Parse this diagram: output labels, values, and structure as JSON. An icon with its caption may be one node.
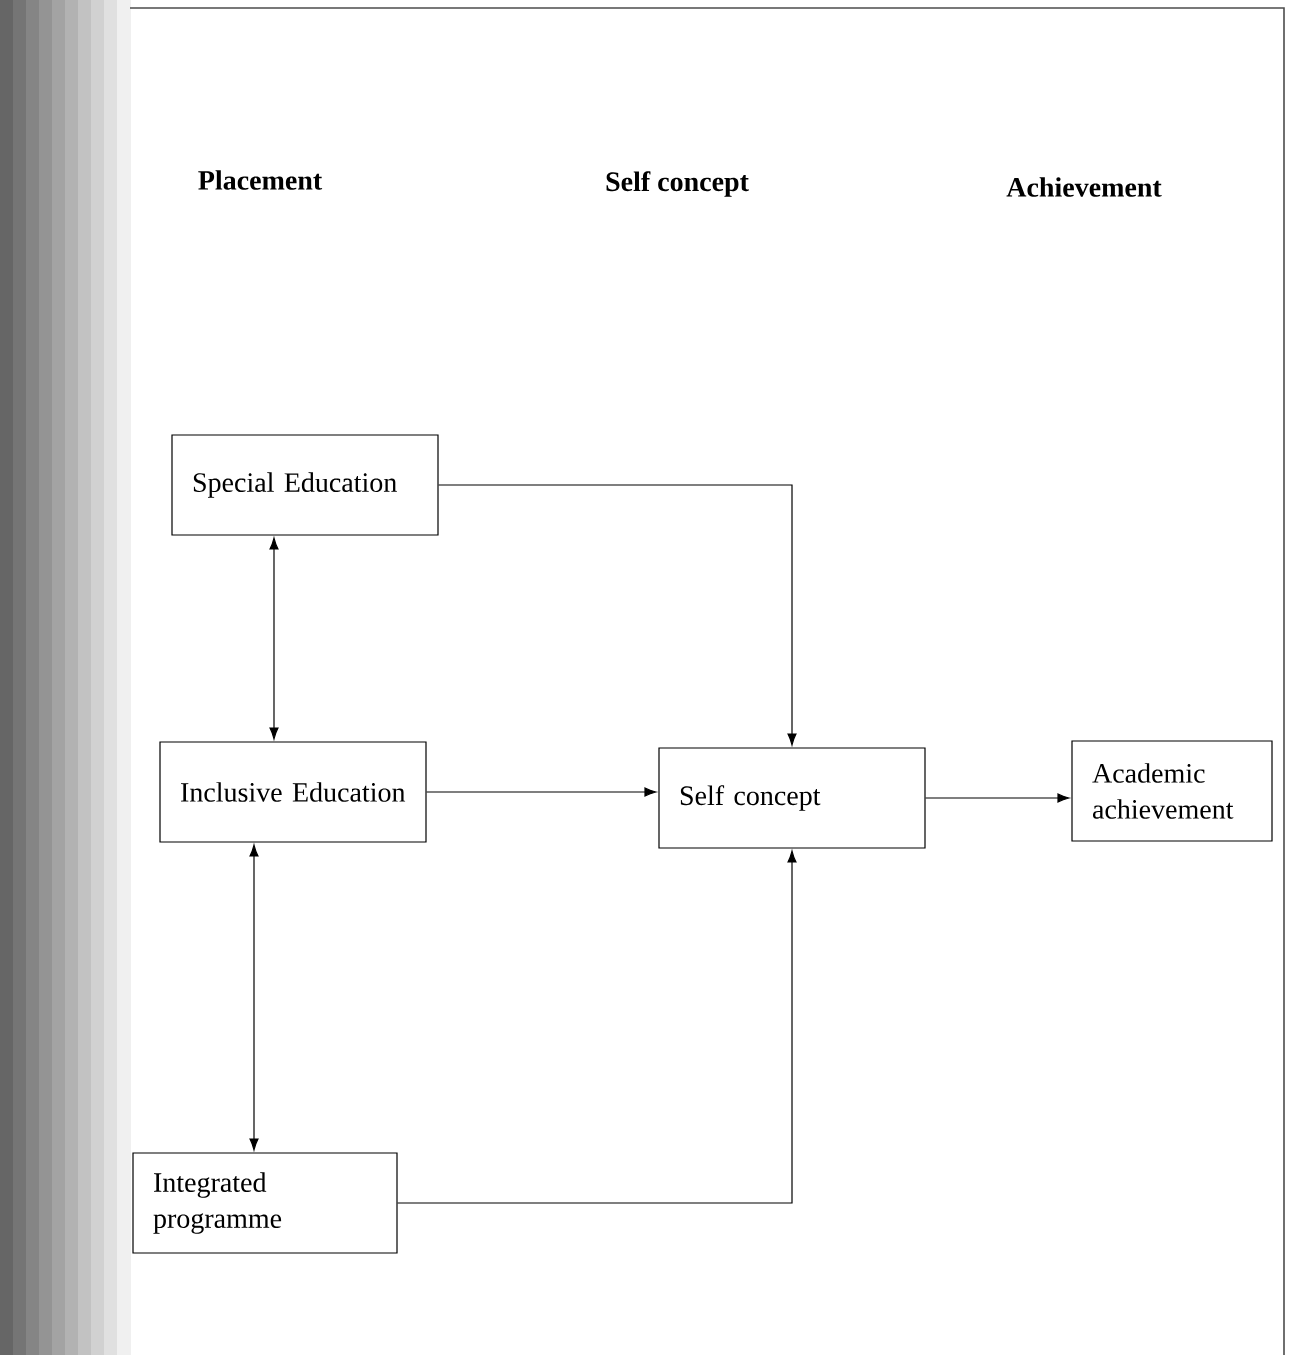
{
  "diagram": {
    "nodes": [
      {
        "text": [
          "Special Education"
        ]
      },
      {
        "text": [
          "Inclusive Education"
        ]
      },
      {
        "text": [
          "Integrated programme"
        ]
      },
      {
        "text": [
          "Self concept"
        ]
      },
      {
        "text": [
          "Academic achievement"
        ]
      }
    ],
    "edges": [
      {
        "from": 0,
        "to": 3,
        "arrow": "to"
      },
      {
        "from": 0,
        "to": 1,
        "arrow": "both"
      },
      {
        "from": 1,
        "to": 3,
        "arrow": "to"
      },
      {
        "from": 1,
        "to": 2,
        "arrow": "both"
      },
      {
        "from": 2,
        "to": 3,
        "arrow": "to"
      },
      {
        "from": 3,
        "to": 4,
        "arrow": "to"
      }
    ],
    "labels": [
      "Placement",
      "Self concept",
      "Achievement"
    ]
  }
}
